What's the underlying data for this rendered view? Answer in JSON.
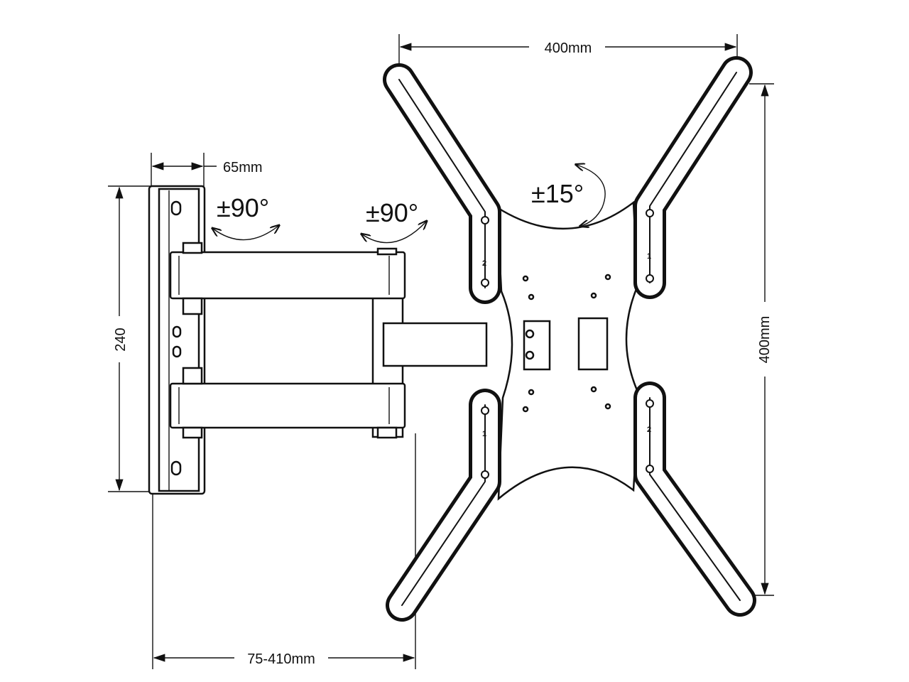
{
  "title": "TV wall mount dimension drawing",
  "dimensions": {
    "top_width": "400mm",
    "right_height": "400mm",
    "plate_depth": "65mm",
    "plate_height": "240",
    "extension": "75-410mm"
  },
  "rotations": {
    "wall_swivel": "±90°",
    "arm_swivel": "±90°",
    "tilt_rotation": "±15°"
  },
  "arm_markings": {
    "upper_left": "2",
    "upper_right": "1",
    "lower_left": "1",
    "lower_right": "2"
  }
}
